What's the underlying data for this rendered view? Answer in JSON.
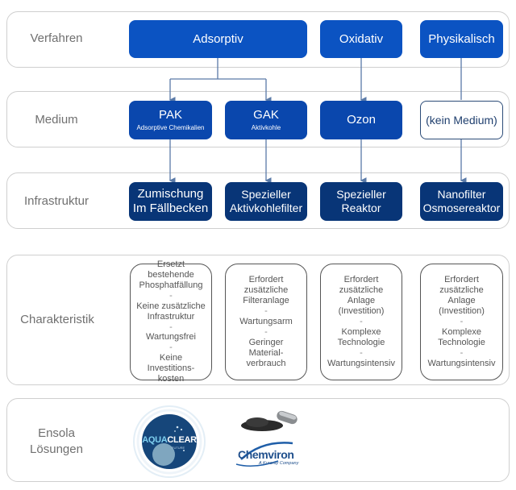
{
  "rows": {
    "verfahren": "Verfahren",
    "medium": "Medium",
    "infrastruktur": "Infrastruktur",
    "charakteristik": "Charakteristik",
    "loesungen_line1": "Ensola",
    "loesungen_line2": "Lösungen"
  },
  "verfahren": {
    "adsorptiv": "Adsorptiv",
    "oxidativ": "Oxidativ",
    "physikalisch": "Physikalisch"
  },
  "medium": {
    "pak": {
      "title": "PAK",
      "subtitle": "Adsorptive Chemikalien"
    },
    "gak": {
      "title": "GAK",
      "subtitle": "Aktivkohle"
    },
    "ozon": {
      "title": "Ozon"
    },
    "kein": {
      "title": "(kein Medium)"
    }
  },
  "infrastruktur": {
    "pak": [
      "Zumischung",
      "Im Fällbecken"
    ],
    "gak": [
      "Spezieller",
      "Aktivkohlefilter"
    ],
    "ozon": [
      "Spezieller",
      "Reaktor"
    ],
    "physikalisch": [
      "Nanofilter",
      "Osmosereaktor"
    ]
  },
  "charakteristik": {
    "pak": [
      "Ersetzt",
      "bestehende",
      "Phosphatfällung",
      "-",
      "Keine zusätzliche",
      "Infrastruktur",
      "-",
      "Wartungsfrei",
      "-",
      "Keine",
      "Investitions-",
      "kosten"
    ],
    "gak": [
      "Erfordert",
      "zusätzliche",
      "Filteranlage",
      "-",
      "Wartungsarm",
      "-",
      "Geringer",
      "Material-",
      "verbrauch"
    ],
    "ozon": [
      "Erfordert",
      "zusätzliche",
      "Anlage",
      "(Investition)",
      "-",
      "Komplexe",
      "Technologie",
      "-",
      "Wartungsintensiv"
    ],
    "physikalisch": [
      "Erfordert",
      "zusätzliche",
      "Anlage",
      "(Investition)",
      "-",
      "Komplexe",
      "Technologie",
      "-",
      "Wartungsintensiv"
    ]
  },
  "loesungen": {
    "aquaclear": {
      "brand_a": "AQUA",
      "brand_b": "CLEAR",
      "tagline": "FUTURE"
    },
    "chemviron": {
      "name": "Chemviron",
      "tagline": "A Kuraray Company"
    }
  },
  "colors": {
    "verfahren_box": "#0b53c2",
    "medium_box": "#0a47ad",
    "infrastruktur_box": "#083577",
    "connector": "#5a7aa8",
    "label_text": "#707070"
  }
}
